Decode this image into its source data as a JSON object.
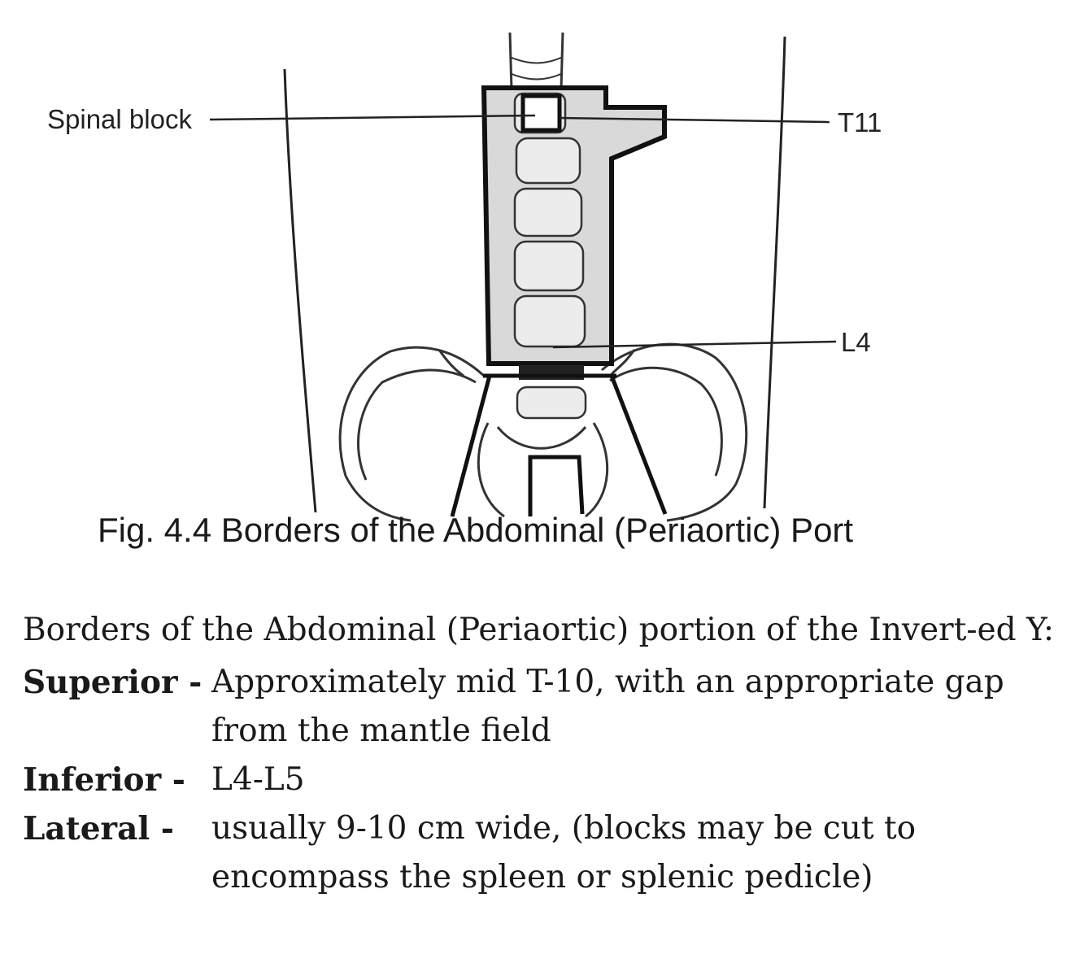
{
  "figure": {
    "labels": {
      "spinal_block": "Spinal block",
      "t11": "T11",
      "l4": "L4"
    },
    "colors": {
      "port_fill": "#d9d9d9",
      "line": "#111111"
    }
  },
  "caption": "Fig. 4.4  Borders of the Abdominal (Periaortic) Port",
  "intro": "Borders of the Abdominal (Periaortic) portion of the Invert-ed Y:",
  "borders": [
    {
      "term": "Superior -",
      "desc": "Approximately mid T-10, with an appropriate gap from the mantle field"
    },
    {
      "term": "Inferior -",
      "desc": "L4-L5"
    },
    {
      "term": "Lateral -",
      "desc": "usually 9-10 cm wide, (blocks may be cut to encompass the spleen or splenic pedicle)"
    }
  ]
}
